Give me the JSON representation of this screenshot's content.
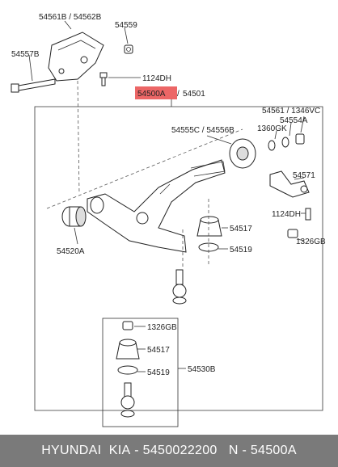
{
  "labels": {
    "l_54561B_54562B": "54561B / 54562B",
    "l_54559": "54559",
    "l_54557B": "54557B",
    "l_1124DH_a": "1124DH",
    "l_54500A": "54500A",
    "l_slash": "/",
    "l_54501": "54501",
    "l_54561_1346VC": "54561 / 1346VC",
    "l_54554A": "54554A",
    "l_1360GK": "1360GK",
    "l_54555C_54556B": "54555C / 54556B",
    "l_54571": "54571",
    "l_1124DH_b": "1124DH",
    "l_1326GB_a": "1326GB",
    "l_54517_a": "54517",
    "l_54519_a": "54519",
    "l_54520A": "54520A",
    "l_1326GB_b": "1326GB",
    "l_54517_b": "54517",
    "l_54530B": "54530B",
    "l_54519_b": "54519"
  },
  "colors": {
    "highlight": "#e94b4b",
    "footer_bg": "#7a7a7a"
  },
  "footer": {
    "brand": "HYUNDAI  KIA",
    "sep1": " - ",
    "part_number": "5450022200",
    "sep2": "   N - ",
    "code": "54500A"
  }
}
